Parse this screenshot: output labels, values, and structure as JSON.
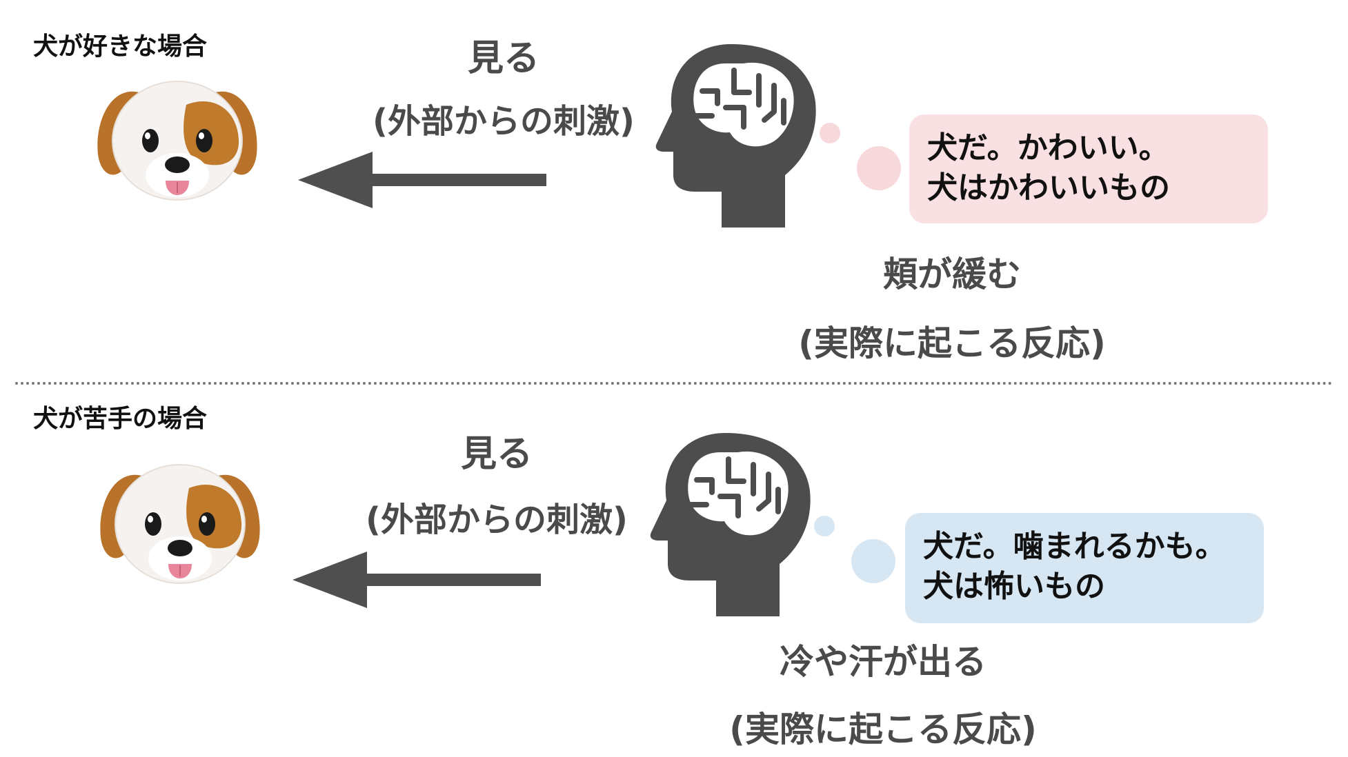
{
  "colors": {
    "text_dark": "#111111",
    "text_gray": "#4a4a4a",
    "arrow_gray": "#4f4f4f",
    "head_gray": "#4d4d4d",
    "bubble_positive": "#f9e1e3",
    "bubble_negative": "#d6e6f3",
    "dog_brown": "#c07a2c",
    "dog_white": "#f4f1ee"
  },
  "cases": [
    {
      "title": "犬が好きな場合",
      "stimulus_line1": "見る",
      "stimulus_line2": "(外部からの刺激)",
      "thought_line1": "犬だ。かわいい。",
      "thought_line2": "犬はかわいいもの",
      "reaction_line1": "頬が緩む",
      "reaction_line2": "(実際に起こる反応)",
      "dog_icon": "dog-face-emoji",
      "head_icon": "brain-head-icon",
      "arrow_icon": "left-arrow-icon",
      "bubble_tone": "pink"
    },
    {
      "title": "犬が苦手の場合",
      "stimulus_line1": "見る",
      "stimulus_line2": "(外部からの刺激)",
      "thought_line1": "犬だ。噛まれるかも。",
      "thought_line2": "犬は怖いもの",
      "reaction_line1": "冷や汗が出る",
      "reaction_line2": "(実際に起こる反応)",
      "dog_icon": "dog-face-emoji",
      "head_icon": "brain-head-icon",
      "arrow_icon": "left-arrow-icon",
      "bubble_tone": "blue"
    }
  ]
}
